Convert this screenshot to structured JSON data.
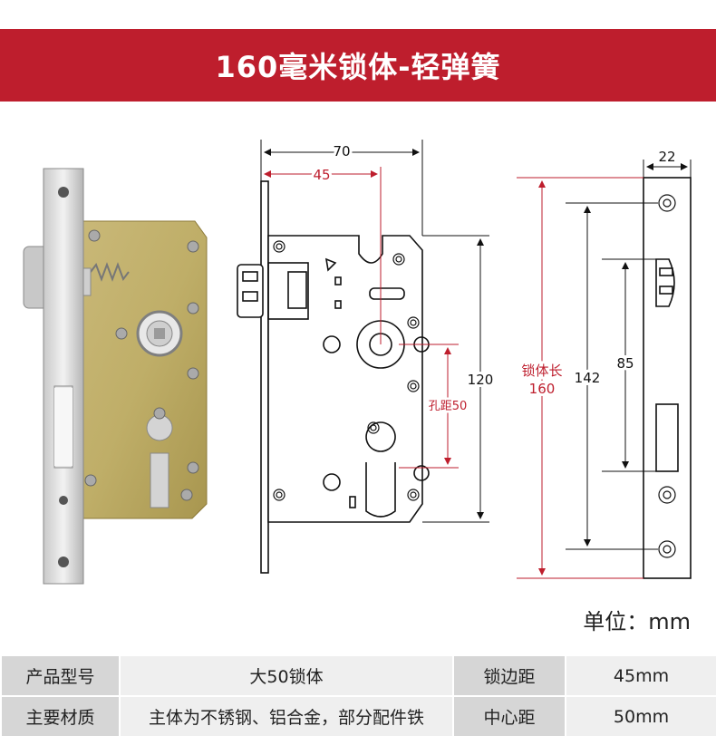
{
  "banner": {
    "title": "160毫米锁体-轻弹簧",
    "color": "#be1e2d"
  },
  "diagram": {
    "dim_width": "70",
    "dim_backset": "45",
    "dim_faceplate": "22",
    "dim_body_height": "120",
    "dim_hole_spacing": "孔距50",
    "dim_lock_length_label": "锁体长",
    "dim_lock_length_value": "160",
    "dim_screw_spacing": "142",
    "dim_inner": "85",
    "accent_color": "#be1e2d"
  },
  "unit": "单位：mm",
  "specs": {
    "rows": [
      {
        "label1": "产品型号",
        "value1": "大50锁体",
        "label2": "锁边距",
        "value2": "45mm"
      },
      {
        "label1": "主要材质",
        "value1": "主体为不锈钢、铝合金，部分配件铁",
        "label2": "中心距",
        "value2": "50mm"
      }
    ]
  }
}
